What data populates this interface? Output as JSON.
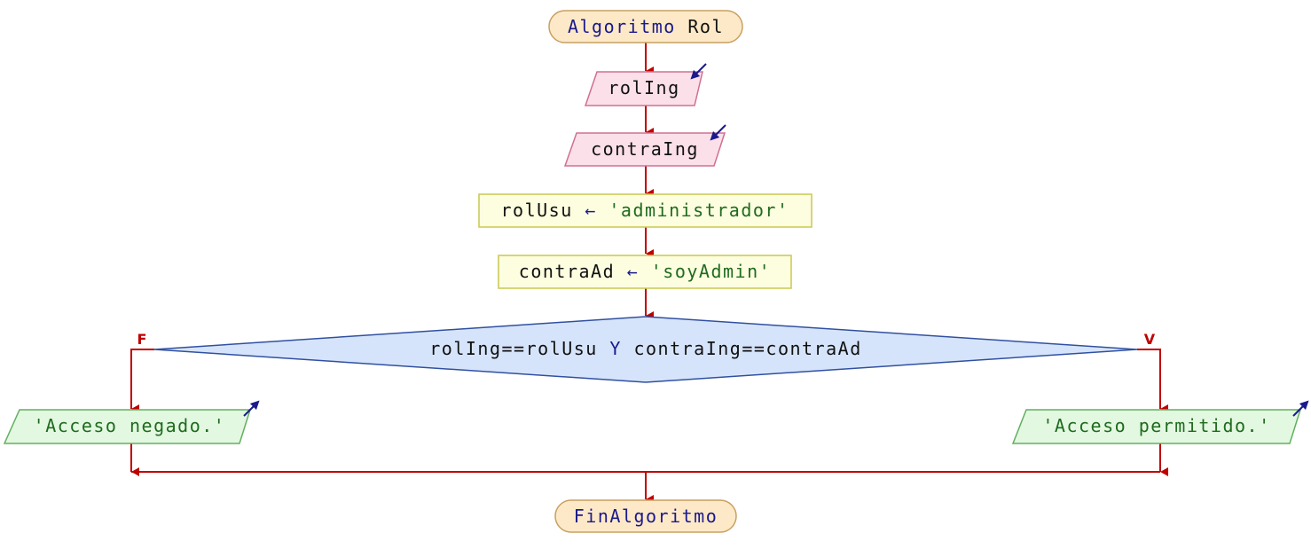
{
  "flowchart": {
    "start": {
      "keyword": "Algoritmo",
      "name": "Rol"
    },
    "inputs": [
      {
        "var": "rolIng"
      },
      {
        "var": "contraIng"
      }
    ],
    "assignments": [
      {
        "var": "rolUsu",
        "op": "←",
        "value": "'administrador'"
      },
      {
        "var": "contraAd",
        "op": "←",
        "value": "'soyAdmin'"
      }
    ],
    "decision": {
      "left_operand": "rolIng==rolUsu",
      "operator": "Y",
      "right_operand": "contraIng==contraAd",
      "false_label": "F",
      "true_label": "V"
    },
    "outputs": {
      "false_branch": "'Acceso negado.'",
      "true_branch": "'Acceso permitido.'"
    },
    "end": {
      "label": "FinAlgoritmo"
    }
  },
  "colors": {
    "arrow": "#c00000",
    "keyword": "#1a1a8c",
    "string": "#1f6b1f",
    "text": "#111111",
    "terminal_fill": "#fde9c7",
    "terminal_stroke": "#c8a060",
    "input_fill": "#fbe0ea",
    "input_stroke": "#d07090",
    "assign_fill": "#fdfde0",
    "assign_stroke": "#c8c850",
    "decision_fill": "#d6e4fb",
    "decision_stroke": "#3050a0",
    "output_fill": "#e3f8e0",
    "output_stroke": "#60b060",
    "io_arrow": "#1a1a8c"
  }
}
